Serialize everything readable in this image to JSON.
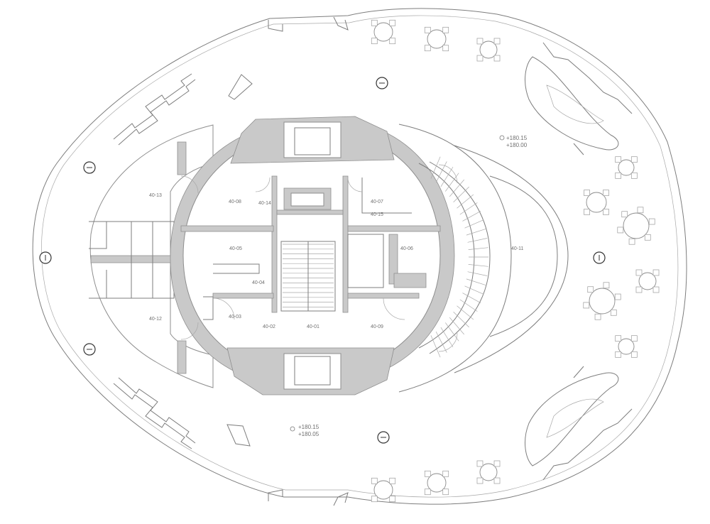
{
  "rooms": {
    "r4013": "40-13",
    "r4012": "40-12",
    "r4008": "40-08",
    "r4014": "40-14",
    "r4005": "40-05",
    "r4004": "40-04",
    "r4003": "40-03",
    "r4002": "40-02",
    "r4001": "40-01",
    "r4009": "40-09",
    "r4007": "40-07",
    "r4015": "40-15",
    "r4006": "40-06",
    "r4011": "40-11"
  },
  "levels": {
    "east_top": "+180.15",
    "east_bottom": "+180.00",
    "south_top": "+180.15",
    "south_bottom": "+180.05"
  }
}
